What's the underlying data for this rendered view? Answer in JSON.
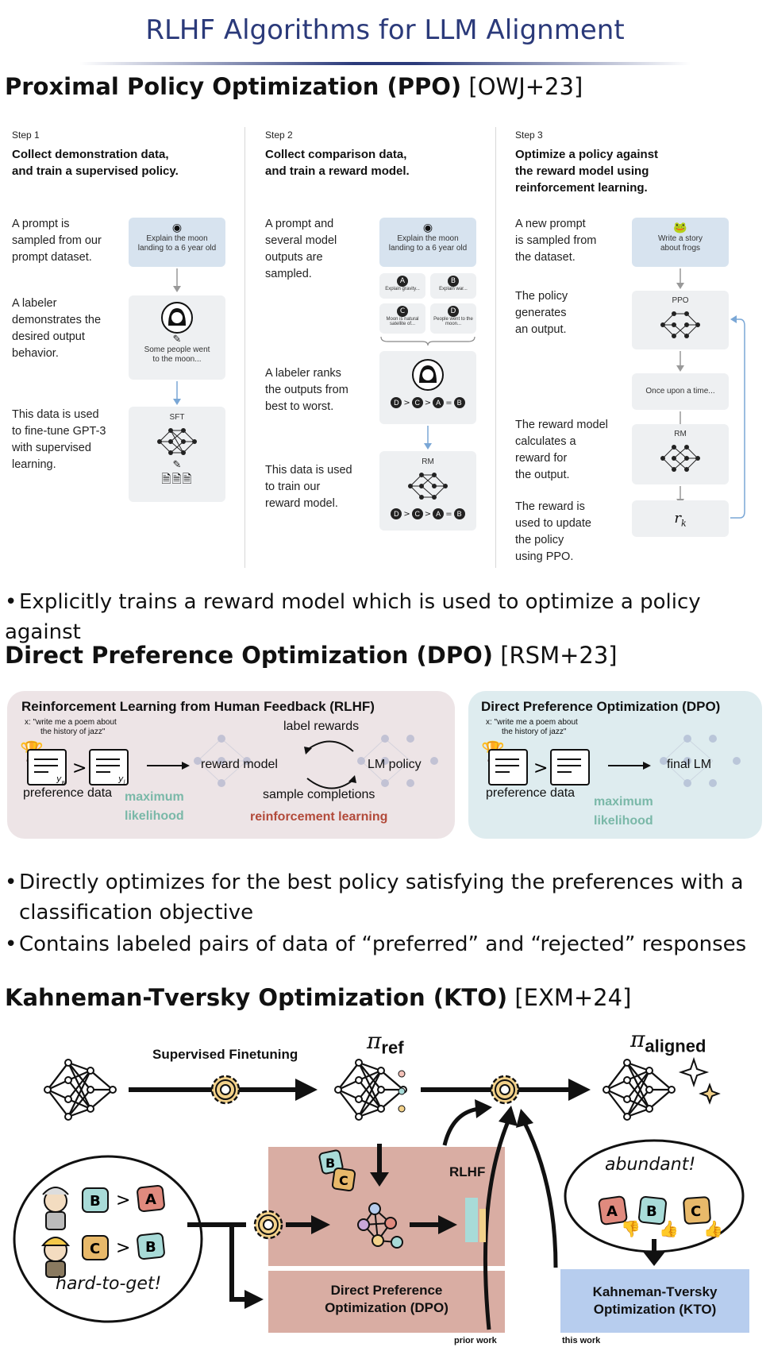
{
  "title": "RLHF Algorithms for LLM Alignment",
  "ppo": {
    "heading": "Proximal Policy Optimization (PPO)",
    "cite": "[OWJ+23]",
    "bullet": "Explicitly trains a reward model which is used to optimize a policy against",
    "steps": [
      {
        "label": "Step 1",
        "title_l1": "Collect demonstration data,",
        "title_l2": "and train a supervised policy.",
        "desc": [
          "A prompt is",
          "sampled from our",
          "prompt dataset.",
          "",
          "A labeler",
          "demonstrates the",
          "desired output",
          "behavior.",
          "",
          "This data is used",
          "to fine-tune GPT-3",
          "with supervised",
          "learning."
        ],
        "card1": [
          "Explain the moon",
          "landing to a 6 year old"
        ],
        "card2": [
          "Some people went",
          "to the moon..."
        ],
        "card3": "SFT"
      },
      {
        "label": "Step 2",
        "title_l1": "Collect comparison data,",
        "title_l2": "and train a reward model.",
        "desc1": [
          "A prompt and",
          "several model",
          "outputs are",
          "sampled."
        ],
        "desc2": [
          "A labeler ranks",
          "the outputs from",
          "best to worst."
        ],
        "desc3": [
          "This data is used",
          "to train our",
          "reward model."
        ],
        "card1": [
          "Explain the moon",
          "landing to a 6 year old"
        ],
        "options": [
          {
            "letter": "A",
            "text": "Explain gravity..."
          },
          {
            "letter": "B",
            "text": "Explain war..."
          },
          {
            "letter": "C",
            "text": "Moon is natural satellite of..."
          },
          {
            "letter": "D",
            "text": "People went to the moon..."
          }
        ],
        "ranking": [
          "D",
          ">",
          "C",
          ">",
          "A",
          "=",
          "B"
        ],
        "rm": "RM"
      },
      {
        "label": "Step 3",
        "title_l1": "Optimize a policy against",
        "title_l2": "the reward model using",
        "title_l3": "reinforcement learning.",
        "desc1": [
          "A new prompt",
          "is sampled from",
          "the dataset."
        ],
        "desc2": [
          "The policy",
          "generates",
          "an output."
        ],
        "desc3": [
          "The reward model",
          "calculates a",
          "reward for",
          "the output."
        ],
        "desc4": [
          "The reward is",
          "used to update",
          "the policy",
          "using PPO."
        ],
        "card1": [
          "Write a story",
          "about frogs"
        ],
        "ppo": "PPO",
        "output": "Once upon a time...",
        "rm": "RM",
        "reward": "r",
        "reward_sub": "k"
      }
    ]
  },
  "dpo": {
    "heading": "Direct Preference Optimization (DPO)",
    "cite": "[RSM+23]",
    "rlhf_box": {
      "title": "Reinforcement Learning from Human Feedback (RLHF)",
      "prompt_l1": "x: \"write me a poem about",
      "prompt_l2": "the history of jazz\"",
      "pref": "preference data",
      "max1": "maximum",
      "max2": "likelihood",
      "label_rewards": "label rewards",
      "reward_model": "reward model",
      "lm_policy": "LM policy",
      "sample": "sample completions",
      "rl": "reinforcement learning",
      "yw": "y",
      "yw_sub": "w",
      "yl": "y",
      "yl_sub": "l"
    },
    "dpo_box": {
      "title": "Direct Preference Optimization (DPO)",
      "prompt_l1": "x: \"write me a poem about",
      "prompt_l2": "the history of jazz\"",
      "pref": "preference data",
      "max1": "maximum",
      "max2": "likelihood",
      "final": "final LM"
    },
    "bullets": [
      [
        "Directly optimizes for the best policy satisfying the preferences with a",
        "classification objective"
      ],
      [
        "Contains labeled pairs of data of “preferred” and “rejected” responses"
      ]
    ]
  },
  "kto": {
    "heading": "Kahneman-Tversky Optimization (KTO)",
    "cite": "[EXM+24]",
    "sft": "Supervised Finetuning",
    "pi": "π",
    "ref": "ref",
    "aligned": "aligned",
    "rlhf": "RLHF",
    "hard": "hard-to-get!",
    "abundant": "abundant!",
    "dpo_l1": "Direct Preference",
    "dpo_l2": "Optimization (DPO)",
    "kto_l1": "Kahneman-Tversky",
    "kto_l2": "Optimization (KTO)",
    "prior": "prior work",
    "this": "this work",
    "pairs": [
      [
        "B",
        ">",
        "A"
      ],
      [
        "C",
        ">",
        "B"
      ]
    ],
    "stack": [
      "B",
      "C"
    ],
    "thumbs": [
      "A",
      "B",
      "C"
    ],
    "colors": {
      "A": "#e08a7e",
      "B": "#a8dbd8",
      "C": "#e8b96a",
      "pink": "#d9ada3",
      "blue": "#b7cdee"
    }
  }
}
